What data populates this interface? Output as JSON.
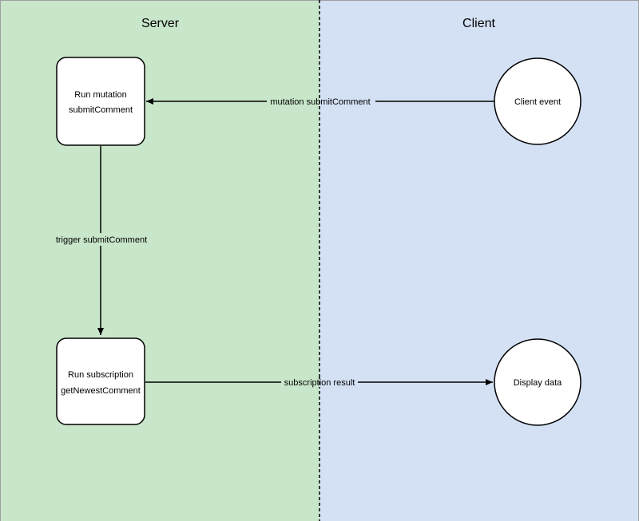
{
  "lanes": {
    "server": {
      "title": "Server",
      "color": "#c8e6c9"
    },
    "client": {
      "title": "Client",
      "color": "#d4e1f5"
    }
  },
  "nodes": {
    "run_mutation": {
      "line1": "Run mutation",
      "line2": "submitComment"
    },
    "run_subscription": {
      "line1": "Run subscription",
      "line2": "getNewestComment"
    },
    "client_event": {
      "label": "Client event"
    },
    "display_data": {
      "label": "Display data"
    }
  },
  "edges": {
    "mutation": {
      "label": "mutation submitComment"
    },
    "trigger": {
      "label": "trigger submitComment"
    },
    "subscription": {
      "label": "subscription result"
    }
  }
}
